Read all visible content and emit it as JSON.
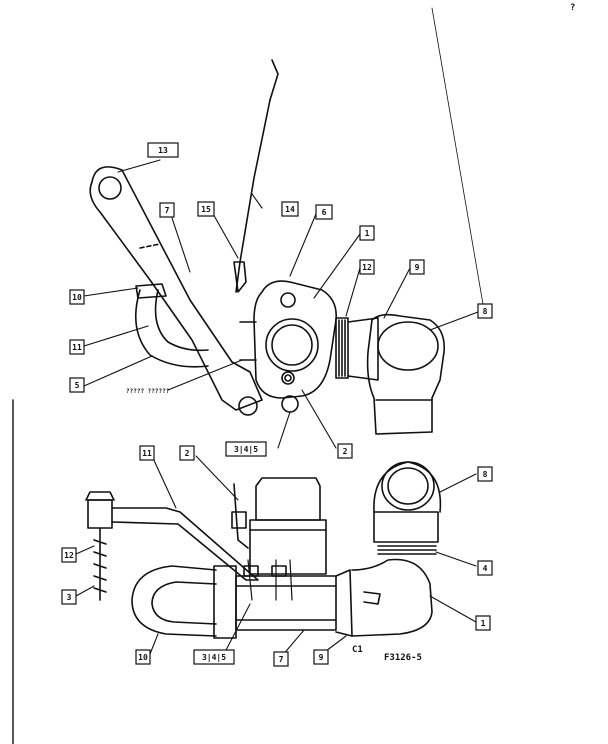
{
  "figure": {
    "code_prefix": "C1",
    "code": "F3126-5",
    "note": "????? ??????",
    "corner_mark": "?",
    "colors": {
      "ink": "#111111",
      "paper": "#ffffff"
    }
  },
  "callouts": {
    "upper_13": "13",
    "upper_7": "7",
    "upper_15": "15",
    "upper_14": "14",
    "upper_6": "6",
    "upper_1": "1",
    "upper_12": "12",
    "upper_9": "9",
    "upper_8": "8",
    "upper_10": "10",
    "upper_11": "11",
    "upper_5": "5",
    "upper_345": "3|4|5",
    "upper_2": "2",
    "lower_11": "11",
    "lower_2": "2",
    "lower_8": "8",
    "lower_12": "12",
    "lower_3": "3",
    "lower_4": "4",
    "lower_1": "1",
    "lower_345": "3|4|5",
    "lower_7": "7",
    "lower_10": "10",
    "lower_9": "9"
  }
}
